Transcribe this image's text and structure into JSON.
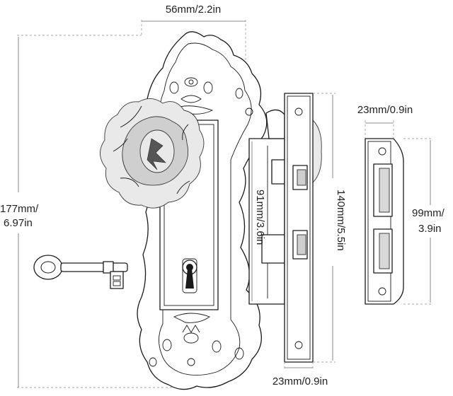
{
  "dimensions": {
    "plate_width": "56mm/2.2in",
    "plate_height_mm": "177mm/",
    "plate_height_in": "6.97in",
    "backset": "91mm/3.6in",
    "lock_height": "140mm/5.5in",
    "lock_width": "23mm/0.9in",
    "strike_width": "23mm/0.9in",
    "strike_height_mm": "99mm/",
    "strike_height_in": "3.9in"
  },
  "colors": {
    "ink": "#1a1a1a",
    "dimension_line": "#6a6a6a",
    "glass": "#e9e9e9",
    "background": "#ffffff"
  },
  "icons": [
    "skeleton-key-icon",
    "glass-knob-icon",
    "keyhole-icon"
  ]
}
